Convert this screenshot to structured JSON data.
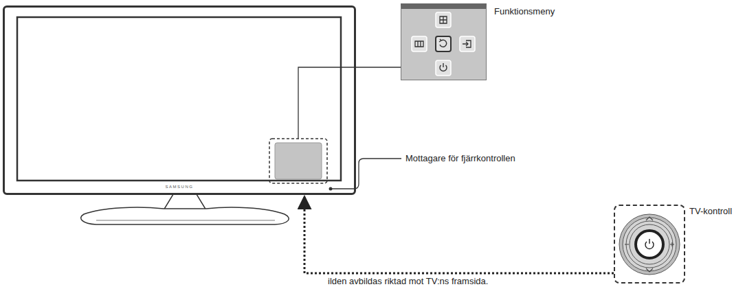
{
  "diagram": {
    "nodes": [
      {
        "text": [
          "SAMSUNG"
        ]
      },
      {
        "text": [
          "Funktionsmeny"
        ]
      },
      {
        "text": [
          "TV-kontroll"
        ]
      }
    ],
    "edges": [
      {
        "from": 2,
        "to": 0,
        "arrow": "to"
      }
    ],
    "labels": [
      "Mottagare för fjärrkontrollen",
      "ilden avbildas riktad mot TV:ns framsida."
    ]
  }
}
